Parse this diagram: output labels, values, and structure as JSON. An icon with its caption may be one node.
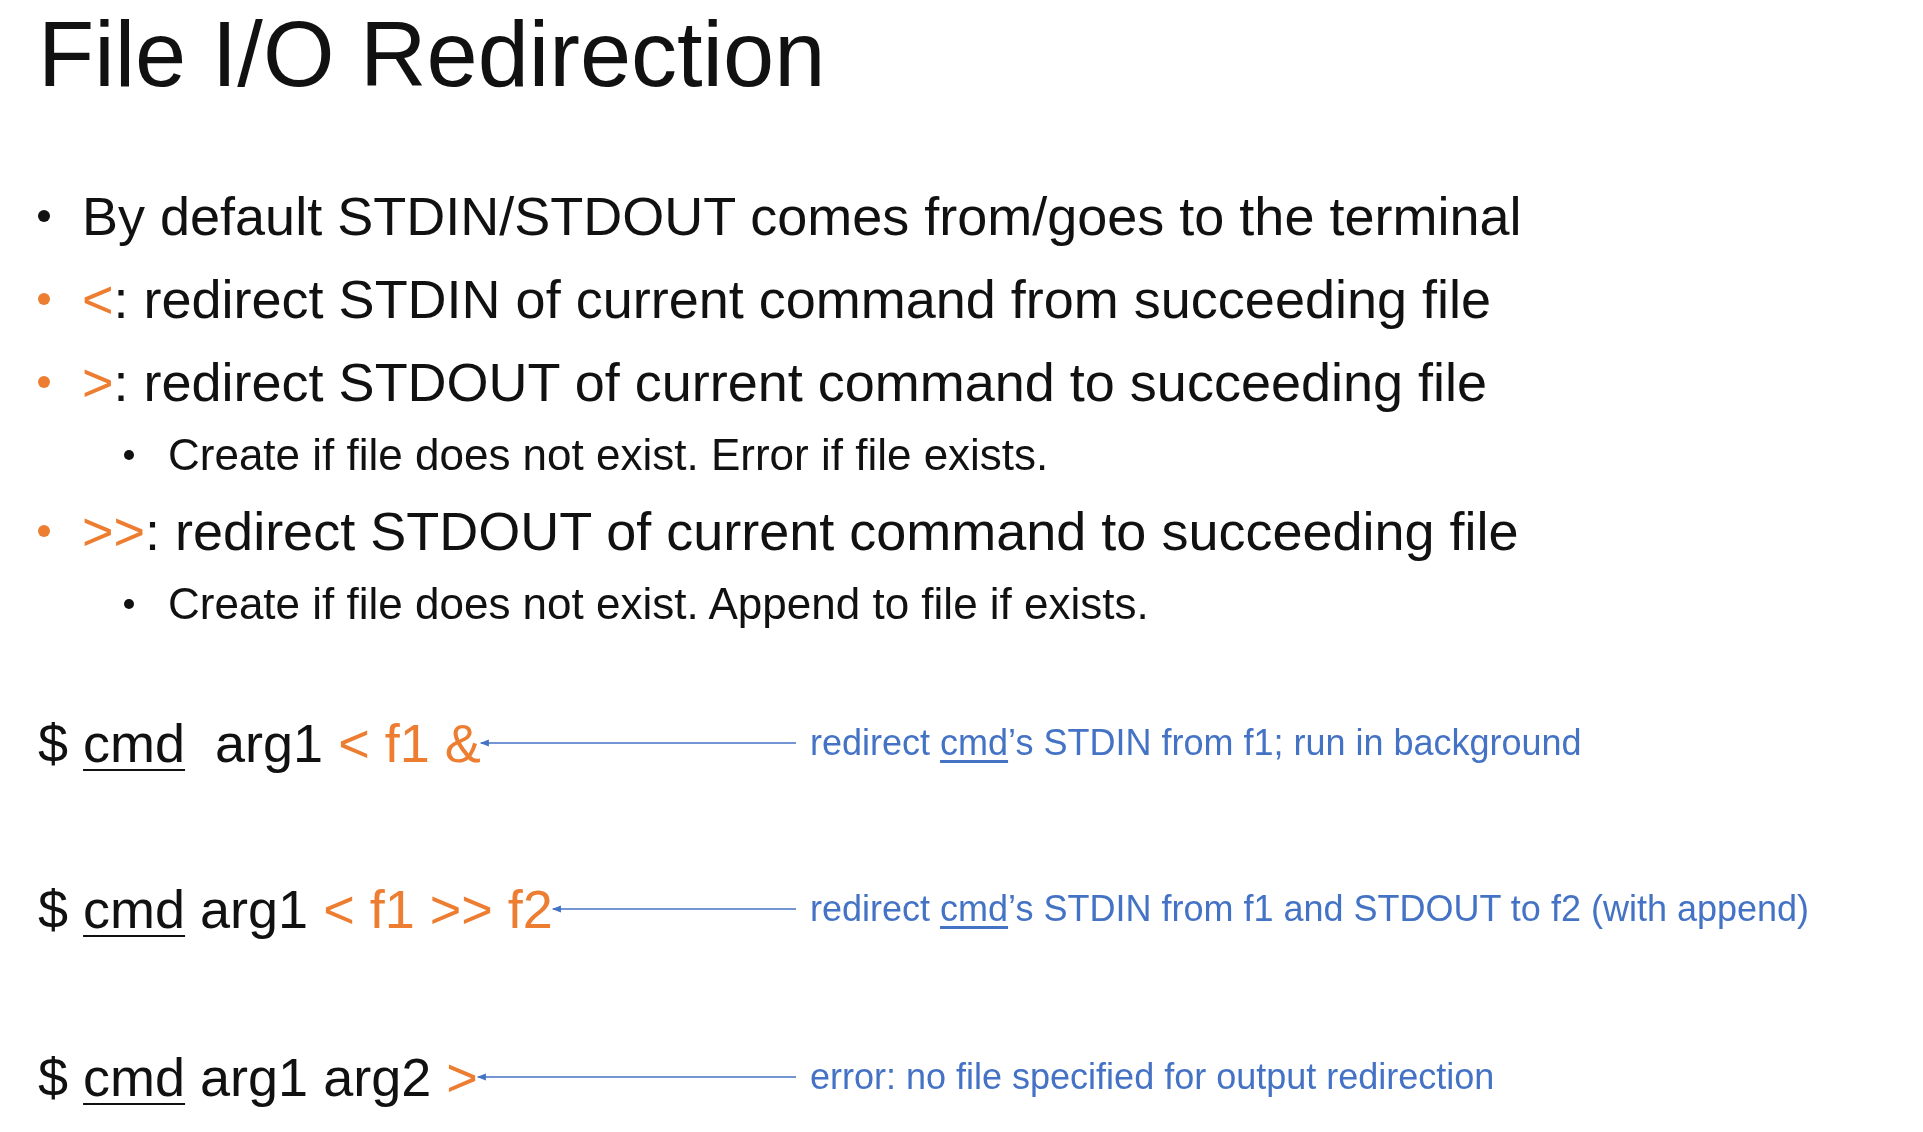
{
  "diagram": {
    "title": "File I/O Redirection",
    "labels": [
      "By default STDIN/STDOUT comes from/goes to the terminal",
      "**<**: redirect STDIN of current command from succeeding file",
      "**>**: redirect STDOUT of current command to succeeding file",
      "Create if file does not exist. Error if file exists.",
      "**>>**: redirect STDOUT of current command to succeeding file",
      "Create if file does not exist. Append to file if exists."
    ],
    "nodes": [
      {
        "text": [
          "$ *cmd*  arg1 **< f1 &**"
        ]
      },
      {
        "text": [
          "redirect *cmd*’s STDIN from f1; run in background"
        ]
      },
      {
        "text": [
          "$ *cmd* arg1 **< f1 >> f2**"
        ]
      },
      {
        "text": [
          "redirect *cmd*’s STDIN from f1 and STDOUT to f2 (with append)"
        ]
      },
      {
        "text": [
          "$ *cmd* arg1 arg2 **>**"
        ]
      },
      {
        "text": [
          "error: no file specified for output redirection"
        ]
      }
    ],
    "edges": [
      {
        "from": 1,
        "to": 0,
        "arrow": "to"
      },
      {
        "from": 3,
        "to": 2,
        "arrow": "to"
      },
      {
        "from": 5,
        "to": 4,
        "arrow": "to"
      }
    ]
  }
}
